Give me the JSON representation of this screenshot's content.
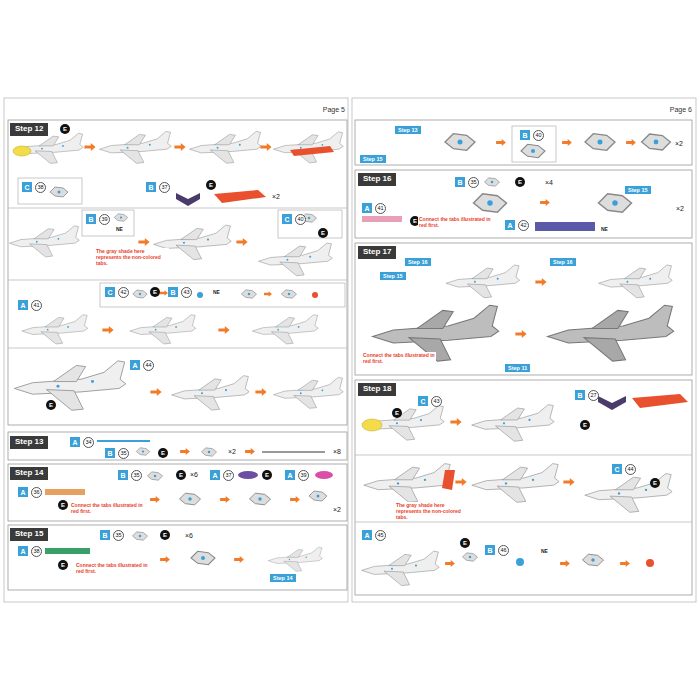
{
  "diagram": {
    "nodes": [
      {
        "text": [
          "Step 12"
        ]
      },
      {
        "text": [
          "E"
        ]
      },
      {
        "text": [
          "C"
        ]
      },
      {
        "text": [
          "38"
        ]
      },
      {
        "text": [
          "B"
        ]
      },
      {
        "text": [
          "37"
        ]
      },
      {
        "text": [
          "E"
        ]
      },
      {
        "text": [
          "B"
        ]
      },
      {
        "text": [
          "39"
        ]
      },
      {
        "text": [
          "C"
        ]
      },
      {
        "text": [
          "40"
        ]
      },
      {
        "text": [
          "E"
        ]
      },
      {
        "text": [
          "A"
        ]
      },
      {
        "text": [
          "41"
        ]
      },
      {
        "text": [
          "B"
        ]
      },
      {
        "text": [
          "43"
        ]
      },
      {
        "text": [
          "C"
        ]
      },
      {
        "text": [
          "42"
        ]
      },
      {
        "text": [
          "E"
        ]
      },
      {
        "text": [
          "A"
        ]
      },
      {
        "text": [
          "44"
        ]
      },
      {
        "text": [
          "E"
        ]
      },
      {
        "text": [
          "Step 13"
        ]
      },
      {
        "text": [
          "A"
        ]
      },
      {
        "text": [
          "34"
        ]
      },
      {
        "text": [
          "B"
        ]
      },
      {
        "text": [
          "35"
        ]
      },
      {
        "text": [
          "E"
        ]
      },
      {
        "text": [
          "Step 14"
        ]
      },
      {
        "text": [
          "B"
        ]
      },
      {
        "text": [
          "35"
        ]
      },
      {
        "text": [
          "E"
        ]
      },
      {
        "text": [
          "A"
        ]
      },
      {
        "text": [
          "37"
        ]
      },
      {
        "text": [
          "E"
        ]
      },
      {
        "text": [
          "A"
        ]
      },
      {
        "text": [
          "39"
        ]
      },
      {
        "text": [
          "A"
        ]
      },
      {
        "text": [
          "36"
        ]
      },
      {
        "text": [
          "E"
        ]
      },
      {
        "text": [
          "Step 15"
        ]
      },
      {
        "text": [
          "B"
        ]
      },
      {
        "text": [
          "35"
        ]
      },
      {
        "text": [
          "E"
        ]
      },
      {
        "text": [
          "A"
        ]
      },
      {
        "text": [
          "38"
        ]
      },
      {
        "text": [
          "E"
        ]
      },
      {
        "text": [
          "Step 14"
        ]
      },
      {
        "text": [
          "Step 13"
        ]
      },
      {
        "text": [
          "Step 15"
        ]
      },
      {
        "text": [
          "B"
        ]
      },
      {
        "text": [
          "40"
        ]
      },
      {
        "text": [
          "Step 16"
        ]
      },
      {
        "text": [
          "B"
        ]
      },
      {
        "text": [
          "35"
        ]
      },
      {
        "text": [
          "E"
        ]
      },
      {
        "text": [
          "Step 15"
        ]
      },
      {
        "text": [
          "A"
        ]
      },
      {
        "text": [
          "41"
        ]
      },
      {
        "text": [
          "E"
        ]
      },
      {
        "text": [
          "A"
        ]
      },
      {
        "text": [
          "42"
        ]
      },
      {
        "text": [
          "Step 17"
        ]
      },
      {
        "text": [
          "Step 16"
        ]
      },
      {
        "text": [
          "Step 15"
        ]
      },
      {
        "text": [
          "Step 16"
        ]
      },
      {
        "text": [
          "Step 11"
        ]
      },
      {
        "text": [
          "Step 18"
        ]
      },
      {
        "text": [
          "E"
        ]
      },
      {
        "text": [
          "C"
        ]
      },
      {
        "text": [
          "43"
        ]
      },
      {
        "text": [
          "B"
        ]
      },
      {
        "text": [
          "27"
        ]
      },
      {
        "text": [
          "E"
        ]
      },
      {
        "text": [
          "C"
        ]
      },
      {
        "text": [
          "44"
        ]
      },
      {
        "text": [
          "E"
        ]
      },
      {
        "text": [
          "A"
        ]
      },
      {
        "text": [
          "45"
        ]
      },
      {
        "text": [
          "E"
        ]
      },
      {
        "text": [
          "B"
        ]
      },
      {
        "text": [
          "46"
        ]
      }
    ],
    "labels": [
      "Page 5",
      "Page 6",
      "×2",
      "NE",
      "The gray shade here represents the non-colored tabs.",
      "NE",
      "×2",
      "×8",
      "×6",
      "×2",
      "Connect the tabs illustrated in red first.",
      "×6",
      "Connect the tabs illustrated in red first.",
      "×2",
      "×4",
      "×2",
      "Connect the tabs illustrated in red first.",
      "NE",
      "Connect the tabs illustrated in red first.",
      "The gray shade here represents the non-colored tabs.",
      "NE"
    ]
  }
}
